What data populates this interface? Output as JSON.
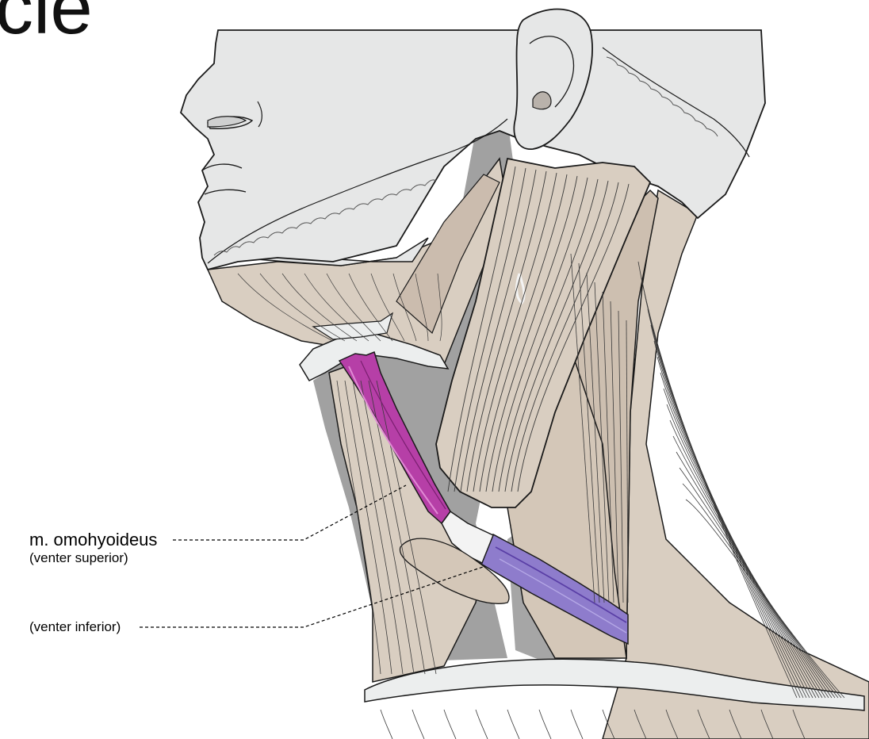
{
  "slide": {
    "title_fragment": "cle"
  },
  "labels": {
    "muscle_name": "m. omohyoideus",
    "superior_belly": "(venter superior)",
    "inferior_belly": "(venter inferior)"
  },
  "colors": {
    "skin": "#e6e7e7",
    "skin_dark": "#cfd0d0",
    "muscle": "#d9cec1",
    "muscle_dark": "#c8b9a9",
    "shadow": "#a1a1a1",
    "cartilage": "#eceeee",
    "superior_belly": "#b63fa7",
    "superior_belly_light": "#d46bc6",
    "inferior_belly": "#8e7ccc",
    "inferior_belly_dark": "#5a3fa6",
    "tendon": "#f3f3f3",
    "outline": "#1a1a1a"
  }
}
